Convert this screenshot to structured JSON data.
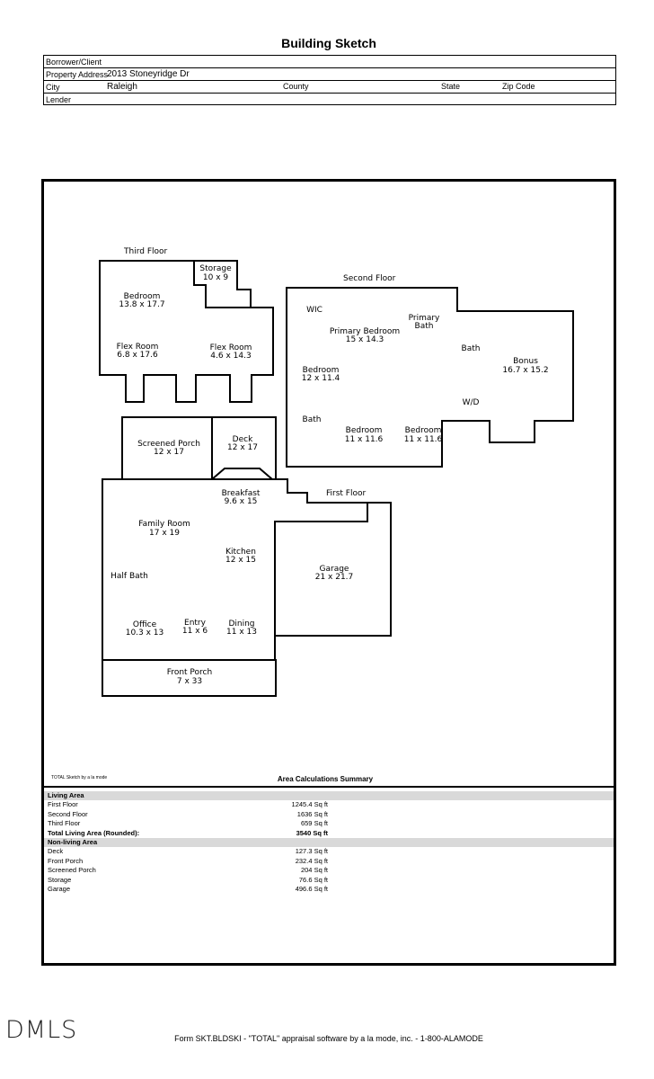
{
  "title": "Building Sketch",
  "header": {
    "borrower_label": "Borrower/Client",
    "borrower_value": "",
    "address_label": "Property Address",
    "address_value": "2013 Stoneyridge Dr",
    "city_label": "City",
    "city_value": "Raleigh",
    "county_label": "County",
    "state_label": "State",
    "zip_label": "Zip Code",
    "lender_label": "Lender"
  },
  "sketch": {
    "floor_labels": {
      "third": "Third Floor",
      "second": "Second Floor",
      "first": "First Floor"
    },
    "rooms": [
      {
        "name": "Storage",
        "dims": "10 x 9"
      },
      {
        "name": "Bedroom",
        "dims": "13.8 x 17.7"
      },
      {
        "name": "Flex Room",
        "dims": "6.8 x 17.6"
      },
      {
        "name": "Flex Room",
        "dims": "4.6 x 14.3"
      },
      {
        "name": "WIC",
        "dims": ""
      },
      {
        "name": "Primary Bedroom",
        "dims": "15 x 14.3"
      },
      {
        "name": "Primary",
        "dims": "Bath"
      },
      {
        "name": "Bath",
        "dims": ""
      },
      {
        "name": "Bonus",
        "dims": "16.7 x 15.2"
      },
      {
        "name": "Bedroom",
        "dims": "12 x 11.4"
      },
      {
        "name": "W/D",
        "dims": ""
      },
      {
        "name": "Bath",
        "dims": ""
      },
      {
        "name": "Bedroom",
        "dims": "11 x 11.6"
      },
      {
        "name": "Bedroom",
        "dims": "11 x 11.6"
      },
      {
        "name": "Screened Porch",
        "dims": "12 x 17"
      },
      {
        "name": "Deck",
        "dims": "12 x 17"
      },
      {
        "name": "Breakfast",
        "dims": "9.6 x 15"
      },
      {
        "name": "Family Room",
        "dims": "17 x 19"
      },
      {
        "name": "Kitchen",
        "dims": "12 x 15"
      },
      {
        "name": "Garage",
        "dims": "21 x 21.7"
      },
      {
        "name": "Half Bath",
        "dims": ""
      },
      {
        "name": "Office",
        "dims": "10.3 x 13"
      },
      {
        "name": "Entry",
        "dims": "11 x 6"
      },
      {
        "name": "Dining",
        "dims": "11 x 13"
      },
      {
        "name": "Front Porch",
        "dims": "7 x 33"
      }
    ]
  },
  "sketch_credit": "TOTAL Sketch by a la mode",
  "area_summary": {
    "title": "Area Calculations Summary",
    "living_header": "Living Area",
    "living": [
      {
        "label": "First Floor",
        "value": "1245.4 Sq ft"
      },
      {
        "label": "Second Floor",
        "value": "1636 Sq ft"
      },
      {
        "label": "Third Floor",
        "value": "659 Sq ft"
      }
    ],
    "total": {
      "label": "Total Living Area (Rounded):",
      "value": "3540 Sq ft"
    },
    "nonliving_header": "Non-living Area",
    "nonliving": [
      {
        "label": "Deck",
        "value": "127.3 Sq ft"
      },
      {
        "label": "Front Porch",
        "value": "232.4 Sq ft"
      },
      {
        "label": "Screened Porch",
        "value": "204 Sq ft"
      },
      {
        "label": "Storage",
        "value": "76.6 Sq ft"
      },
      {
        "label": "Garage",
        "value": "496.6 Sq ft"
      }
    ]
  },
  "logo_text": "DMLS",
  "footer": "Form SKT.BLDSKI - \"TOTAL\" appraisal software by a la mode, inc. - 1-800-ALAMODE"
}
